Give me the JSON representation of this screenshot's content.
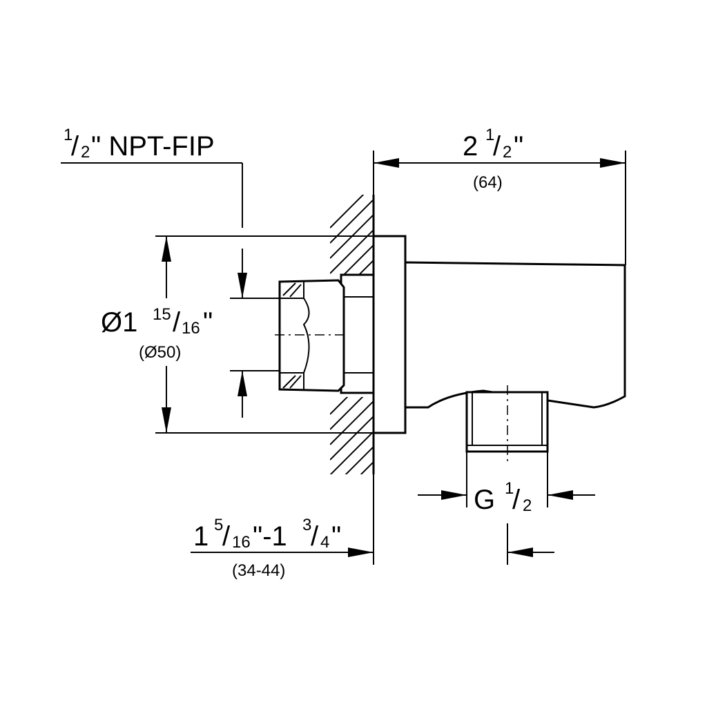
{
  "dimensions": {
    "inlet_thread": {
      "fraction_num": "1",
      "fraction_den": "2",
      "suffix": "\" NPT-FIP"
    },
    "flange_diameter": {
      "prefix": "Ø1",
      "fraction_num": "15",
      "fraction_den": "16",
      "suffix": "\"",
      "metric": "(Ø50)"
    },
    "projection": {
      "whole": "2",
      "fraction_num": "1",
      "fraction_den": "2",
      "suffix": "\"",
      "metric": "(64)"
    },
    "outlet_thread": {
      "prefix": "G",
      "fraction_num": "1",
      "fraction_den": "2"
    },
    "wall_depth": {
      "whole_a": "1",
      "fraction_a_num": "5",
      "fraction_a_den": "16",
      "separator": "\"-1",
      "fraction_b_num": "3",
      "fraction_b_den": "4",
      "suffix": "\"",
      "metric": "(34-44)"
    }
  }
}
